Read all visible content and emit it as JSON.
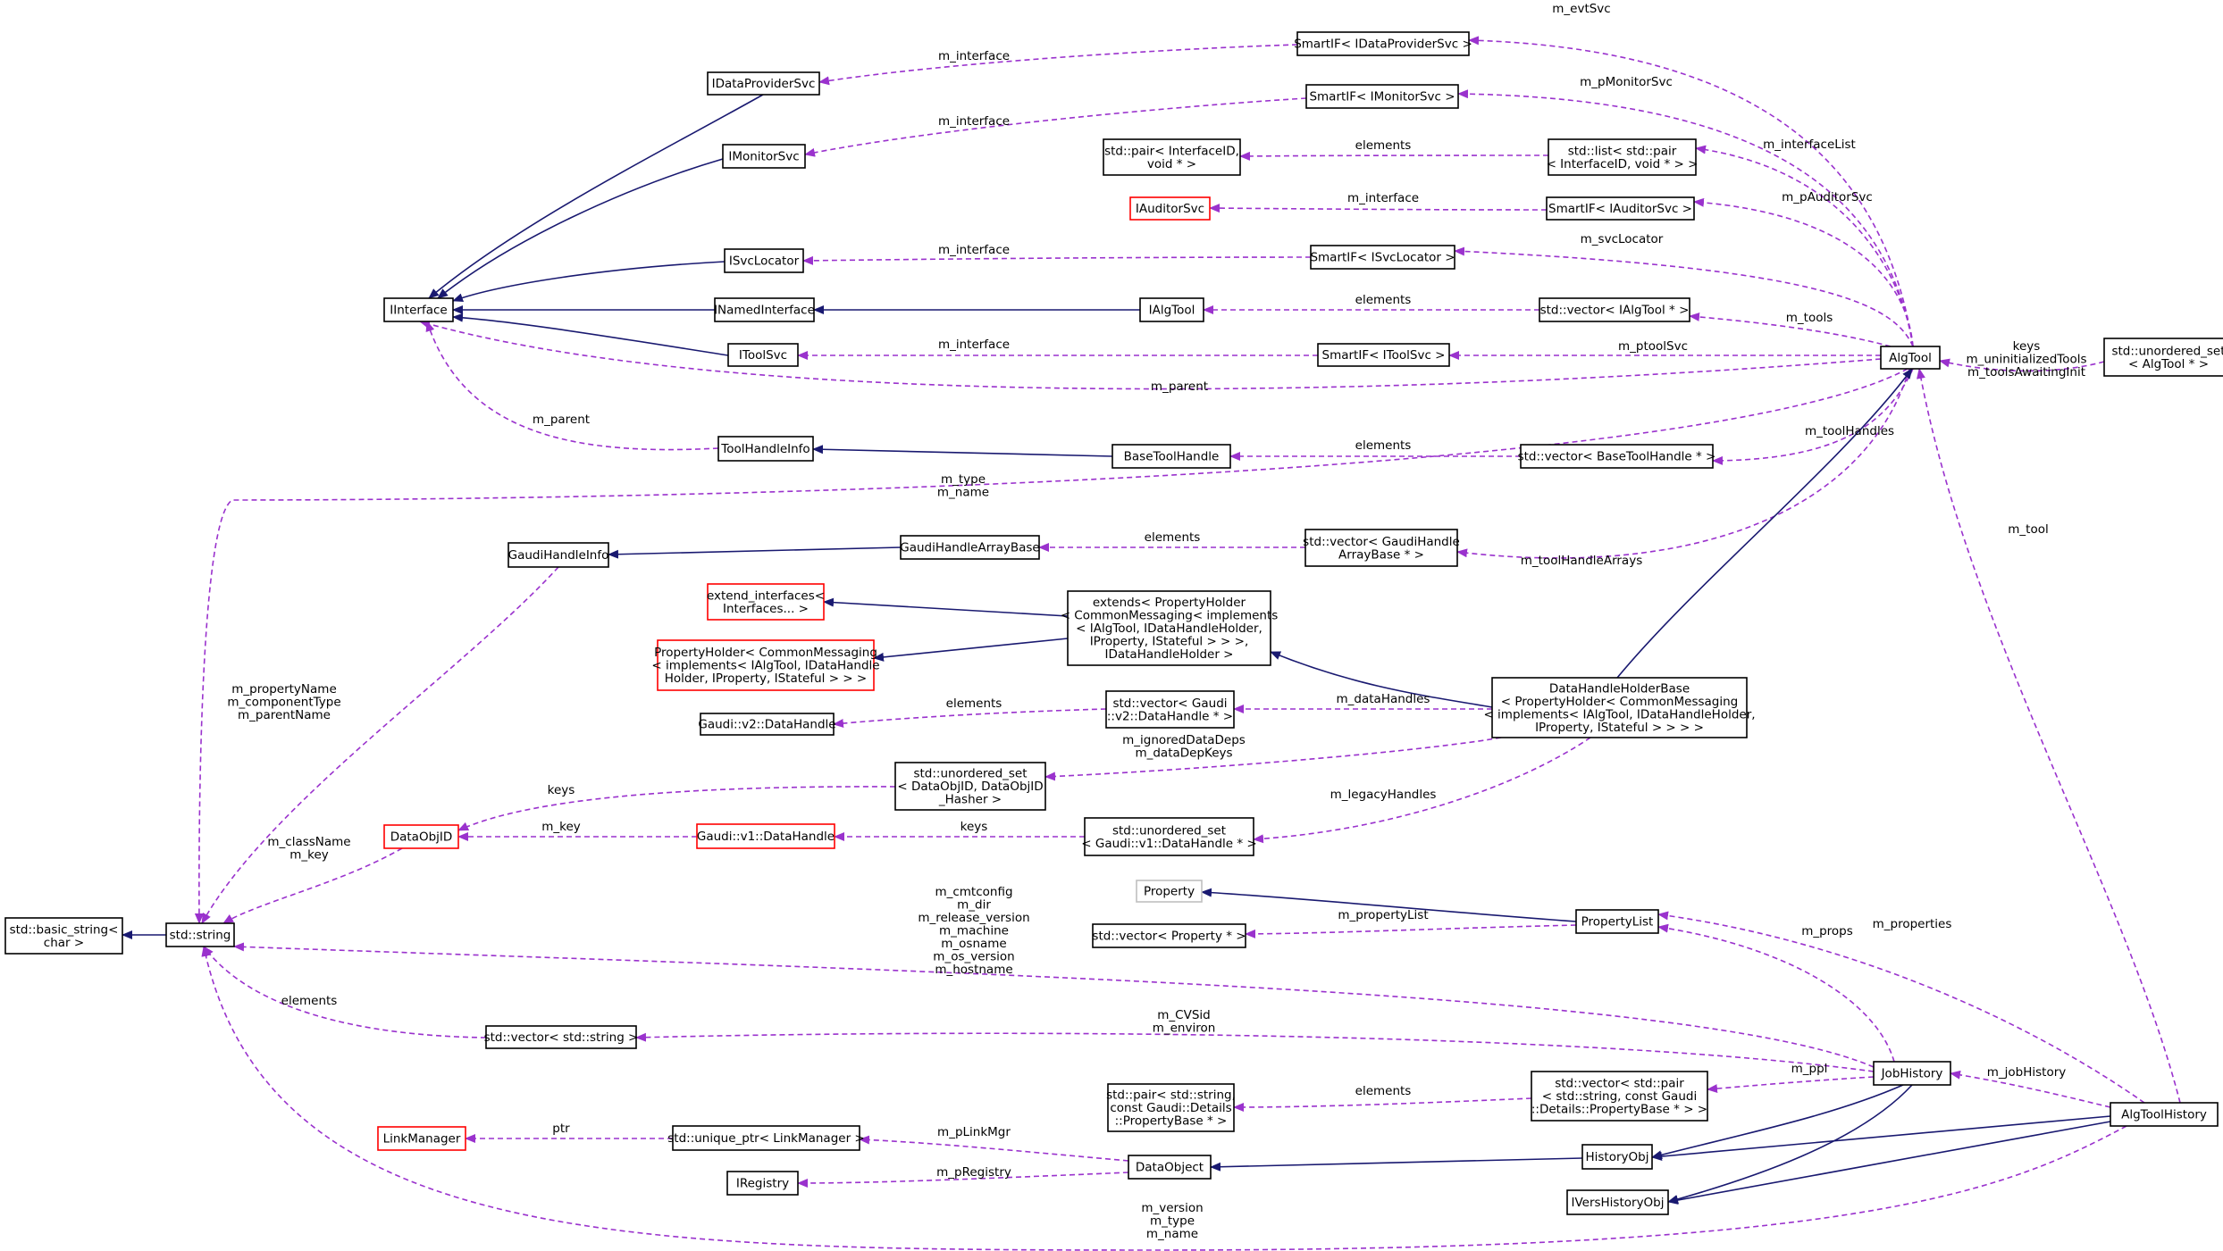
{
  "colors": {
    "inherit": "#191970",
    "usage": "#9a32cd",
    "node_border": "#000000",
    "node_border_undocumented": "#ff0000",
    "node_border_external": "#bfbfbf"
  },
  "nodes": {
    "smartif_dataprov": {
      "lines": [
        "SmartIF< IDataProviderSvc >"
      ],
      "border": "black"
    },
    "idataprovidersvc": {
      "lines": [
        "IDataProviderSvc"
      ],
      "border": "black"
    },
    "smartif_monitor": {
      "lines": [
        "SmartIF< IMonitorSvc >"
      ],
      "border": "black"
    },
    "imonitorsvc": {
      "lines": [
        "IMonitorSvc"
      ],
      "border": "black"
    },
    "pair_interfaceid": {
      "lines": [
        "std::pair< InterfaceID,",
        "void * >"
      ],
      "border": "black"
    },
    "list_pair": {
      "lines": [
        "std::list< std::pair",
        "< InterfaceID, void * > >"
      ],
      "border": "black"
    },
    "iauditorsvc": {
      "lines": [
        "IAuditorSvc"
      ],
      "border": "red"
    },
    "smartif_auditor": {
      "lines": [
        "SmartIF< IAuditorSvc >"
      ],
      "border": "black"
    },
    "isvclocator": {
      "lines": [
        "ISvcLocator"
      ],
      "border": "black"
    },
    "smartif_svcloc": {
      "lines": [
        "SmartIF< ISvcLocator >"
      ],
      "border": "black"
    },
    "iinterface": {
      "lines": [
        "IInterface"
      ],
      "border": "black"
    },
    "inamedinterface": {
      "lines": [
        "INamedInterface"
      ],
      "border": "black"
    },
    "ialgtool": {
      "lines": [
        "IAlgTool"
      ],
      "border": "black"
    },
    "vector_ialgtool": {
      "lines": [
        "std::vector< IAlgTool * >"
      ],
      "border": "black"
    },
    "itoolsvc": {
      "lines": [
        "IToolSvc"
      ],
      "border": "black"
    },
    "smartif_toolsvc": {
      "lines": [
        "SmartIF< IToolSvc >"
      ],
      "border": "black"
    },
    "algtool": {
      "lines": [
        "AlgTool"
      ],
      "border": "black"
    },
    "unordered_algtool": {
      "lines": [
        "std::unordered_set",
        "< AlgTool * >"
      ],
      "border": "black"
    },
    "toolhandleinfo": {
      "lines": [
        "ToolHandleInfo"
      ],
      "border": "black"
    },
    "basetoolhandle": {
      "lines": [
        "BaseToolHandle"
      ],
      "border": "black"
    },
    "vector_basetoolhandle": {
      "lines": [
        "std::vector< BaseToolHandle * >"
      ],
      "border": "black"
    },
    "gaudihandleinfo": {
      "lines": [
        "GaudiHandleInfo"
      ],
      "border": "black"
    },
    "gaudihandlearraybase": {
      "lines": [
        "GaudiHandleArrayBase"
      ],
      "border": "black"
    },
    "vector_gaudihandlearray": {
      "lines": [
        "std::vector< GaudiHandle",
        "ArrayBase * >"
      ],
      "border": "black"
    },
    "extend_interfaces": {
      "lines": [
        "extend_interfaces<",
        "Interfaces... >"
      ],
      "border": "red"
    },
    "extends_propholder": {
      "lines": [
        "extends< PropertyHolder",
        "< CommonMessaging< implements",
        "< IAlgTool, IDataHandleHolder,",
        "IProperty, IStateful > > >,",
        "IDataHandleHolder >"
      ],
      "border": "black"
    },
    "propholder": {
      "lines": [
        "PropertyHolder< CommonMessaging",
        "< implements< IAlgTool, IDataHandle",
        "Holder, IProperty, IStateful > > >"
      ],
      "border": "red"
    },
    "datahandleholderbase": {
      "lines": [
        "DataHandleHolderBase",
        "< PropertyHolder< CommonMessaging",
        "< implements< IAlgTool, IDataHandleHolder,",
        "IProperty, IStateful > > > >"
      ],
      "border": "black"
    },
    "v2_datahandle": {
      "lines": [
        "Gaudi::v2::DataHandle"
      ],
      "border": "black"
    },
    "vector_v2dh": {
      "lines": [
        "std::vector< Gaudi",
        "::v2::DataHandle * >"
      ],
      "border": "black"
    },
    "unordered_dataobjid": {
      "lines": [
        "std::unordered_set",
        "< DataObjID, DataObjID",
        "_Hasher >"
      ],
      "border": "black"
    },
    "dataobjid": {
      "lines": [
        "DataObjID"
      ],
      "border": "red"
    },
    "v1_datahandle": {
      "lines": [
        "Gaudi::v1::DataHandle"
      ],
      "border": "red"
    },
    "unordered_v1dh": {
      "lines": [
        "std::unordered_set",
        "< Gaudi::v1::DataHandle * >"
      ],
      "border": "black"
    },
    "property": {
      "lines": [
        "Property"
      ],
      "border": "grey"
    },
    "propertylist": {
      "lines": [
        "PropertyList"
      ],
      "border": "black"
    },
    "vector_property": {
      "lines": [
        "std::vector< Property * >"
      ],
      "border": "black"
    },
    "basic_string": {
      "lines": [
        "std::basic_string<",
        "char >"
      ],
      "border": "black"
    },
    "std_string": {
      "lines": [
        "std::string"
      ],
      "border": "black"
    },
    "vector_string": {
      "lines": [
        "std::vector< std::string >"
      ],
      "border": "black"
    },
    "jobhistory": {
      "lines": [
        "JobHistory"
      ],
      "border": "black"
    },
    "pair_string_pb": {
      "lines": [
        "std::pair< std::string,",
        "const Gaudi::Details",
        "::PropertyBase * >"
      ],
      "border": "black"
    },
    "vector_pair_pb": {
      "lines": [
        "std::vector< std::pair",
        "< std::string, const Gaudi",
        "::Details::PropertyBase * > >"
      ],
      "border": "black"
    },
    "algtoolhistory": {
      "lines": [
        "AlgToolHistory"
      ],
      "border": "black"
    },
    "linkmanager": {
      "lines": [
        "LinkManager"
      ],
      "border": "red"
    },
    "unique_ptr_lm": {
      "lines": [
        "std::unique_ptr< LinkManager >"
      ],
      "border": "black"
    },
    "historyobj": {
      "lines": [
        "HistoryObj"
      ],
      "border": "black"
    },
    "iregistry": {
      "lines": [
        "IRegistry"
      ],
      "border": "black"
    },
    "dataobject": {
      "lines": [
        "DataObject"
      ],
      "border": "black"
    },
    "iversh": {
      "lines": [
        "IVersHistoryObj"
      ],
      "border": "black"
    }
  },
  "edge_labels": {
    "m_evtSvc": [
      "m_evtSvc"
    ],
    "m_interface_dp": [
      "m_interface"
    ],
    "m_pMonitorSvc": [
      "m_pMonitorSvc"
    ],
    "m_interface_mon": [
      "m_interface"
    ],
    "elements_pair": [
      "elements"
    ],
    "m_interfaceList": [
      "m_interfaceList"
    ],
    "m_interface_aud": [
      "m_interface"
    ],
    "m_pAuditorSvc": [
      "m_pAuditorSvc"
    ],
    "m_interface_svc": [
      "m_interface"
    ],
    "m_svcLocator": [
      "m_svcLocator"
    ],
    "elements_ialg": [
      "elements"
    ],
    "m_tools": [
      "m_tools"
    ],
    "m_interface_tool": [
      "m_interface"
    ],
    "m_ptoolSvc": [
      "m_ptoolSvc"
    ],
    "keys_algtool": [
      "keys",
      "m_uninitializedTools",
      "m_toolsAwaitingInit"
    ],
    "m_parent_algtool": [
      "m_parent"
    ],
    "m_parent_thi": [
      "m_parent"
    ],
    "elements_bth": [
      "elements"
    ],
    "m_toolHandles": [
      "m_toolHandles"
    ],
    "m_type_name": [
      "m_type",
      "m_name"
    ],
    "elements_gha": [
      "elements"
    ],
    "m_toolHandleArrays": [
      "m_toolHandleArrays"
    ],
    "m_tool": [
      "m_tool"
    ],
    "m_propertyName": [
      "m_propertyName",
      "m_componentType",
      "m_parentName"
    ],
    "elements_v2": [
      "elements"
    ],
    "m_dataHandles": [
      "m_dataHandles"
    ],
    "m_ignoredDataDeps": [
      "m_ignoredDataDeps",
      "m_dataDepKeys"
    ],
    "keys_dataobjid": [
      "keys"
    ],
    "m_className": [
      "m_className",
      "m_key"
    ],
    "m_key": [
      "m_key"
    ],
    "keys_v1": [
      "keys"
    ],
    "m_legacyHandles": [
      "m_legacyHandles"
    ],
    "m_cmtconfig": [
      "m_cmtconfig",
      "m_dir",
      "m_release_version",
      "m_machine",
      "m_osname",
      "m_os_version",
      "m_hostname"
    ],
    "m_propertyList": [
      "m_propertyList"
    ],
    "m_properties": [
      "m_properties"
    ],
    "m_props": [
      "m_props"
    ],
    "elements_vecstr": [
      "elements"
    ],
    "m_CVSid": [
      "m_CVSid",
      "m_environ"
    ],
    "m_ppl": [
      "m_ppl"
    ],
    "m_jobHistory": [
      "m_jobHistory"
    ],
    "elements_pairpb": [
      "elements"
    ],
    "ptr": [
      "ptr"
    ],
    "m_pLinkMgr": [
      "m_pLinkMgr"
    ],
    "m_pRegistry": [
      "m_pRegistry"
    ],
    "m_version": [
      "m_version",
      "m_type",
      "m_name"
    ]
  }
}
